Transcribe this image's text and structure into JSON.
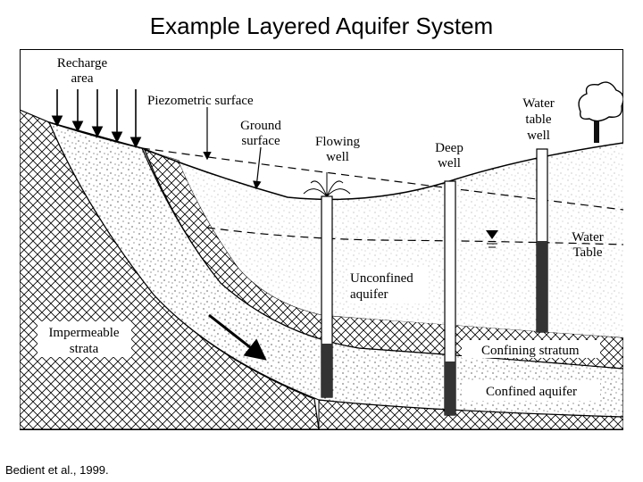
{
  "title": "Example Layered Aquifer System",
  "citation": "Bedient et al., 1999.",
  "labels": {
    "recharge_line1": "Recharge",
    "recharge_line2": "area",
    "piezometric": "Piezometric surface",
    "ground_line1": "Ground",
    "ground_line2": "surface",
    "flowing_line1": "Flowing",
    "flowing_line2": "well",
    "deep_line1": "Deep",
    "deep_line2": "well",
    "watertable_well_line1": "Water",
    "watertable_well_line2": "table",
    "watertable_well_line3": "well",
    "water_table_line1": "Water",
    "water_table_line2": "Table",
    "unconfined_line1": "Unconfined",
    "unconfined_line2": "aquifer",
    "impermeable_line1": "Impermeable",
    "impermeable_line2": "strata",
    "confining_stratum": "Confining stratum",
    "confined_aquifer": "Confined aquifer"
  }
}
